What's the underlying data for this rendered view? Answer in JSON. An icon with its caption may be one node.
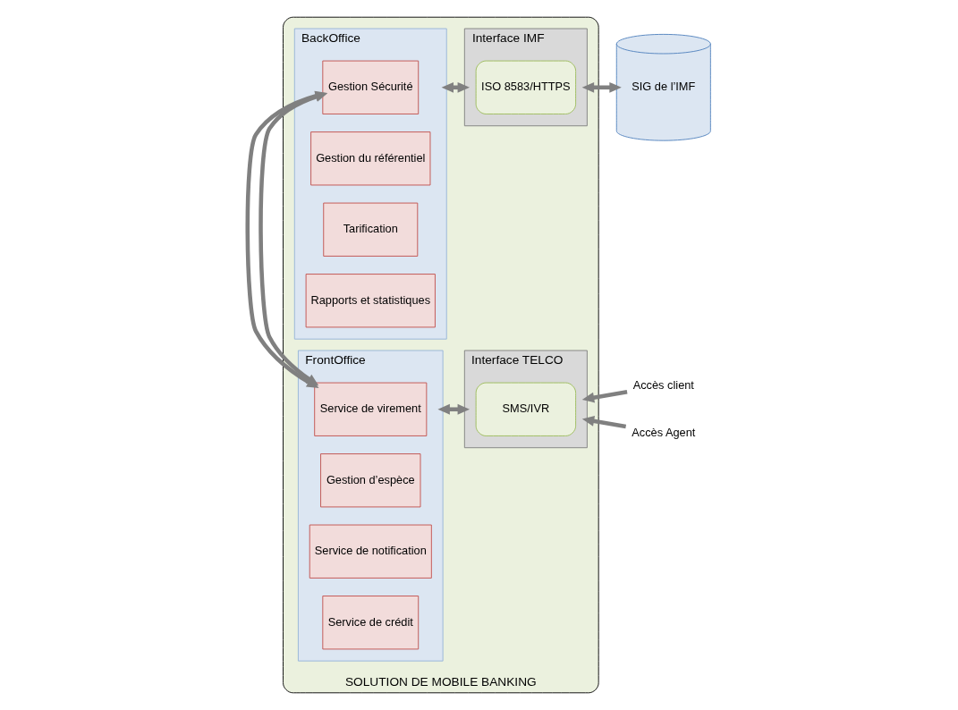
{
  "diagram": {
    "nodes": [
      {
        "text": [
          "SOLUTION DE MOBILE BANKING"
        ]
      },
      {
        "text": [
          "BackOffice"
        ],
        "in": 0
      },
      {
        "text": [
          "Gestion du référentiel"
        ],
        "in": 1
      },
      {
        "text": [
          "Gestion Sécurité"
        ],
        "in": 1
      },
      {
        "text": [
          "Rapports et statistiques"
        ],
        "in": 1
      },
      {
        "text": [
          "Tarification"
        ],
        "in": 1
      },
      {
        "text": [
          "Interface IMF"
        ],
        "in": 0
      },
      {
        "text": [
          "ISO 8583/HTTPS"
        ],
        "in": 6
      },
      {
        "text": [
          "SIG de l’IMF"
        ]
      },
      {
        "text": [
          "FrontOffice"
        ],
        "in": 0
      },
      {
        "text": [
          "Gestion d’espèce"
        ],
        "in": 9
      },
      {
        "text": [
          "Service de virement"
        ],
        "in": 9
      },
      {
        "text": [
          "Service de crédit"
        ],
        "in": 9
      },
      {
        "text": [
          "Service de notification"
        ],
        "in": 9
      },
      {
        "text": [
          "Interface TELCO"
        ],
        "in": 0
      },
      {
        "text": [
          "SMS/IVR"
        ],
        "in": 14
      },
      {
        "text": [
          "Accès client"
        ]
      },
      {
        "text": [
          "Accès Agent"
        ]
      }
    ],
    "edges": [
      {
        "from": 1,
        "to": 6,
        "arrow": "both"
      },
      {
        "from": 6,
        "to": 8,
        "arrow": "both"
      },
      {
        "from": 1,
        "to": 9,
        "arrow": "both"
      },
      {
        "from": 9,
        "to": 14,
        "arrow": "both"
      },
      {
        "from": 16,
        "to": 14,
        "arrow": "to"
      },
      {
        "from": 17,
        "to": 14,
        "arrow": "to"
      }
    ]
  }
}
